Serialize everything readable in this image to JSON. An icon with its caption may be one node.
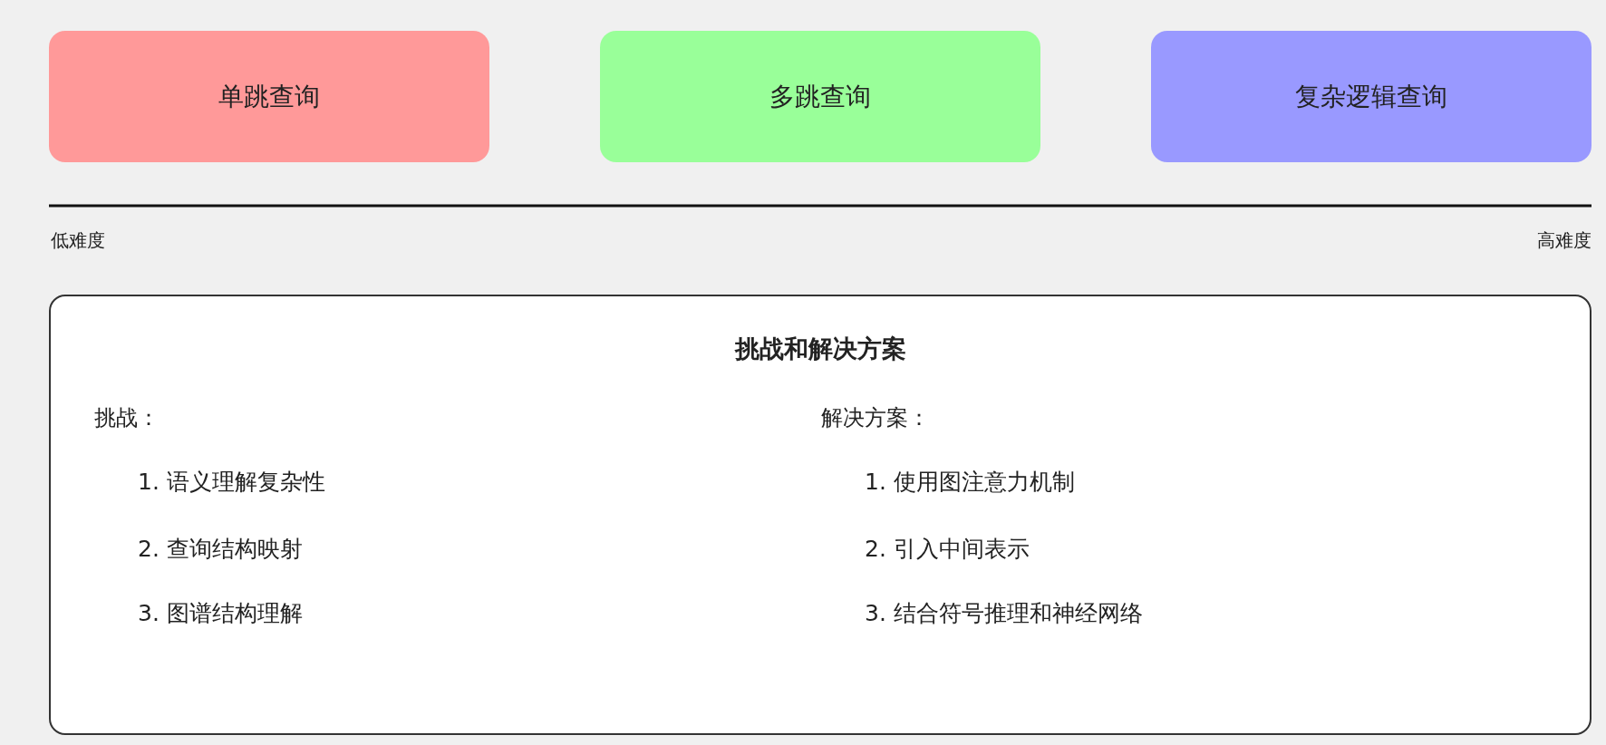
{
  "diagram": {
    "nodes": [
      {
        "text": [
          "单跳查询"
        ]
      },
      {
        "text": [
          "多跳查询"
        ]
      },
      {
        "text": [
          "复杂逻辑查询"
        ]
      },
      {
        "text": [
          "挑战和解决方案",
          "挑战：",
          "1. 语义理解复杂性",
          "2. 查询结构映射",
          "3. 图谱结构理解",
          "解决方案：",
          "1. 使用图注意力机制",
          "2. 引入中间表示",
          "3. 结合符号推理和神经网络"
        ]
      }
    ],
    "edges": [],
    "labels": [
      "低难度",
      "高难度"
    ]
  }
}
